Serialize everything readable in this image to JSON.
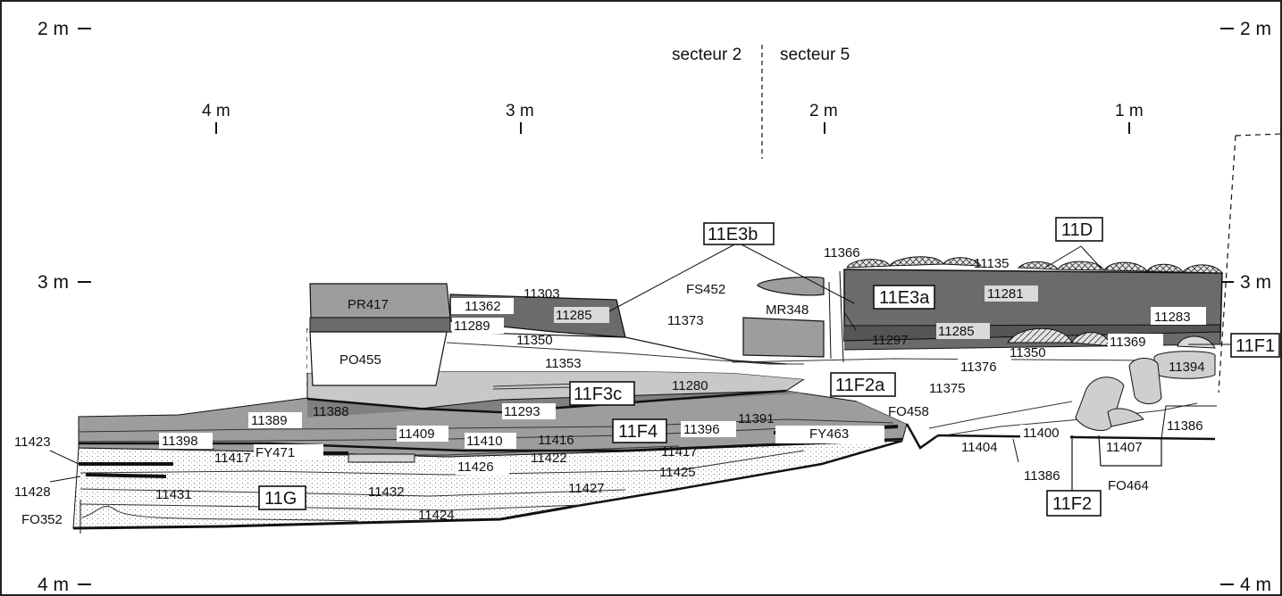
{
  "depth_labels": {
    "left_top": "2 m",
    "left_mid": "3 m",
    "left_bottom": "4 m",
    "right_top": "2 m",
    "right_mid": "3 m",
    "right_bottom": "4 m"
  },
  "scale_labels": [
    "4 m",
    "3 m",
    "2 m",
    "1 m"
  ],
  "sectors": {
    "left": "secteur 2",
    "right": "secteur 5"
  },
  "units": {
    "u11E3b": "11E3b",
    "u11D": "11D",
    "u11E3a": "11E3a",
    "u11F1": "11F1",
    "u11F2a": "11F2a",
    "u11F3c": "11F3c",
    "u11F4": "11F4",
    "u11G": "11G",
    "u11F2": "11F2"
  },
  "features": {
    "PR417": "PR417",
    "PO455": "PO455",
    "FS452": "FS452",
    "MR348": "MR348",
    "FO458": "FO458",
    "FY463": "FY463",
    "FY471": "FY471",
    "FO464": "FO464",
    "FO352": "FO352"
  },
  "layers": {
    "l11366": "11366",
    "l11135": "11135",
    "l11281": "11281",
    "l11303": "11303",
    "l11362": "11362",
    "l11285a": "11285",
    "l11289": "11289",
    "l11373": "11373",
    "l11350a": "11350",
    "l11353": "11353",
    "l11297": "11297",
    "l11285b": "11285",
    "l11283": "11283",
    "l11369": "11369",
    "l11350b": "11350",
    "l11376": "11376",
    "l11394": "11394",
    "l11375": "11375",
    "l11280": "11280",
    "l11388": "11388",
    "l11293": "11293",
    "l11389": "11389",
    "l11391": "11391",
    "l11396": "11396",
    "l11409": "11409",
    "l11410": "11410",
    "l11416": "11416",
    "l11398": "11398",
    "l11417a": "11417",
    "l11417b": "11417",
    "l11422": "11422",
    "l11426": "11426",
    "l11425": "11425",
    "l11427": "11427",
    "l11432": "11432",
    "l11431": "11431",
    "l11424": "11424",
    "l11423": "11423",
    "l11428": "11428",
    "l11404": "11404",
    "l11400": "11400",
    "l11386a": "11386",
    "l11386b": "11386",
    "l11407": "11407"
  },
  "colors": {
    "dark": "#6b6b6b",
    "mid": "#9d9d9d",
    "light": "#c8c8c8",
    "pale": "#dadada",
    "label_bg": "#ffffff"
  }
}
